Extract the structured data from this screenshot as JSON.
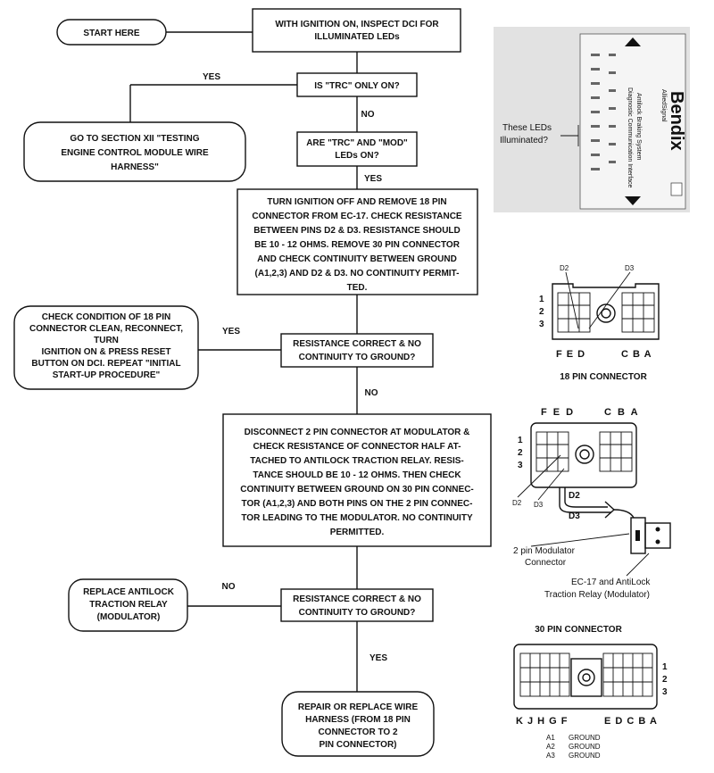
{
  "flow": {
    "start": "START HERE",
    "inspect": [
      "WITH IGNITION ON, INSPECT DCI FOR",
      "ILLUMINATED LEDs"
    ],
    "q_trc": "IS \"TRC\" ONLY ON?",
    "yes1": "YES",
    "no1": "NO",
    "goto_section": [
      "GO TO SECTION XII \"TESTING",
      "ENGINE CONTROL MODULE WIRE",
      "HARNESS\""
    ],
    "q_trc_mod": [
      "ARE \"TRC\" AND \"MOD\"",
      "LEDs ON?"
    ],
    "yes2": "YES",
    "turn_ign": [
      "TURN IGNITION OFF AND REMOVE 18 PIN",
      "CONNECTOR FROM EC-17. CHECK RESISTANCE",
      "BETWEEN PINS D2 & D3.  RESISTANCE SHOULD",
      "BE 10 - 12 OHMS.  REMOVE 30 PIN CONNECTOR",
      "AND CHECK CONTINUITY BETWEEN GROUND",
      "(A1,2,3) AND D2 & D3.  NO CONTINUITY PERMIT-",
      "TED."
    ],
    "q_res1": [
      "RESISTANCE CORRECT & NO",
      "CONTINUITY TO GROUND?"
    ],
    "yes3": "YES",
    "check_cond": [
      "CHECK CONDITION OF 18 PIN",
      "CONNECTOR CLEAN, RECONNECT,",
      "TURN",
      "IGNITION ON & PRESS RESET",
      "BUTTON ON DCI.  REPEAT \"INITIAL",
      "START-UP PROCEDURE\""
    ],
    "no2": "NO",
    "disconnect": [
      "DISCONNECT 2 PIN CONNECTOR AT MODULATOR &",
      "CHECK RESISTANCE OF CONNECTOR HALF AT-",
      "TACHED TO ANTILOCK TRACTION RELAY.  RESIS-",
      "TANCE SHOULD BE 10 - 12 OHMS.  THEN CHECK",
      "CONTINUITY BETWEEN GROUND ON 30 PIN CONNEC-",
      "TOR (A1,2,3) AND BOTH PINS ON THE 2 PIN CONNEC-",
      "TOR LEADING TO THE MODULATOR.  NO CONTINUITY",
      "PERMITTED."
    ],
    "no3": "NO",
    "replace_relay": [
      "REPLACE ANTILOCK",
      "TRACTION RELAY",
      "(MODULATOR)"
    ],
    "q_res2": [
      "RESISTANCE CORRECT & NO",
      "CONTINUITY TO GROUND?"
    ],
    "yes4": "YES",
    "repair": [
      "REPAIR OR REPLACE WIRE",
      "HARNESS (FROM 18 PIN",
      "CONNECTOR TO 2",
      "PIN CONNECTOR)"
    ]
  },
  "dci_photo": {
    "callout": [
      "These LEDs",
      "Illuminated?"
    ],
    "brand": "Bendix",
    "brand_sub": "AlliedSignal",
    "line1": "Antilock Braking System",
    "line2": "Diagnostic Communication Interface"
  },
  "conn18": {
    "d2": "D2",
    "d3": "D3",
    "rows": [
      "1",
      "2",
      "3"
    ],
    "left_letters": "F E D",
    "right_letters": "C B A",
    "caption": "18 PIN CONNECTOR"
  },
  "mod_diagram": {
    "left_letters": "F E D",
    "right_letters": "C B A",
    "rows": [
      "1",
      "2",
      "3"
    ],
    "d2": "D2",
    "d3": "D3",
    "wire_d2": "D2",
    "wire_d3": "D3",
    "two_pin_label": [
      "2 pin Modulator",
      "Connector"
    ],
    "relay_label": [
      "EC-17  and AntiLock",
      "Traction  Relay (Modulator)"
    ]
  },
  "conn30": {
    "caption": "30 PIN CONNECTOR",
    "rows": [
      "1",
      "2",
      "3"
    ],
    "left_letters": "K J H G F",
    "right_letters": "E D C B A",
    "legend": [
      {
        "pin": "A1",
        "label": "GROUND"
      },
      {
        "pin": "A2",
        "label": "GROUND"
      },
      {
        "pin": "A3",
        "label": "GROUND"
      }
    ]
  }
}
